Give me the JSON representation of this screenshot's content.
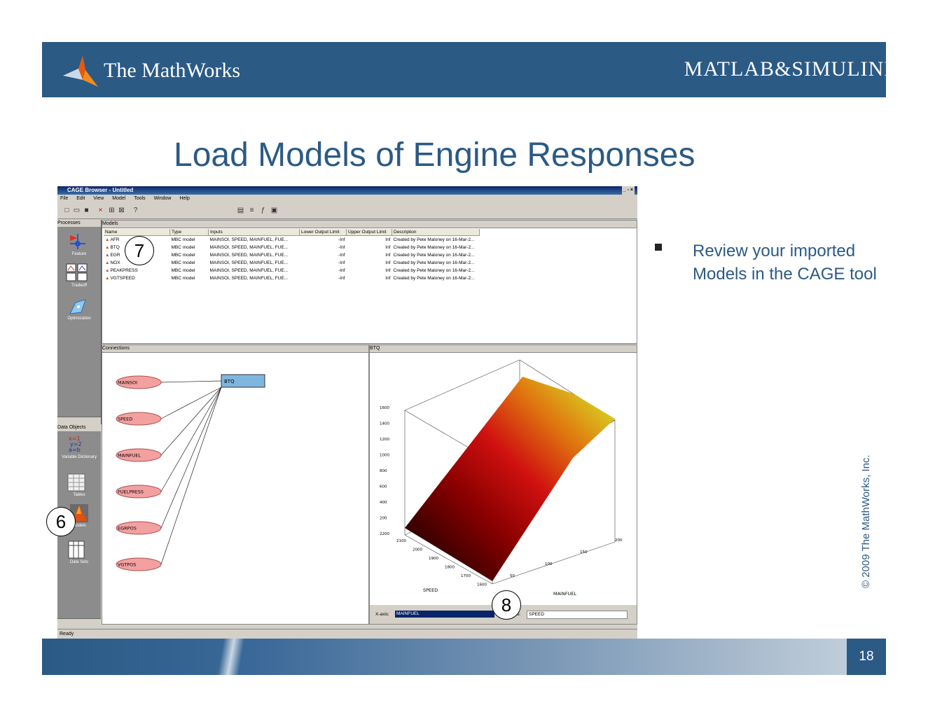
{
  "header": {
    "brand_left": "The MathWorks",
    "brand_right": "MATLAB&SIMULINK"
  },
  "slide": {
    "title": "Load Models of Engine Responses",
    "bullets": [
      "Review your imported Models in the CAGE tool"
    ],
    "copyright": "© 2009 The MathWorks, Inc.",
    "page_number": "18"
  },
  "cage": {
    "window_title": "CAGE Browser - Untitled",
    "menu": [
      "File",
      "Edit",
      "View",
      "Model",
      "Tools",
      "Window",
      "Help"
    ],
    "processes_label": "Processes",
    "processes": [
      "Feature",
      "Tradeoff",
      "Optimization"
    ],
    "data_objects_label": "Data Objects",
    "data_objects": [
      "Variable Dictionary",
      "Tables",
      "Models",
      "Data Sets"
    ],
    "models_panel_title": "Models",
    "models_columns": [
      "Name",
      "Type",
      "Inputs",
      "Lower Output Limit",
      "Upper Output Limit",
      "Description"
    ],
    "models_rows": [
      [
        "AFR",
        "MBC model",
        "MAINSOI, SPEED, MAINFUEL, FUE...",
        "-Inf",
        "Inf",
        "Created by Pete Maloney on 16-Mar-2..."
      ],
      [
        "BTQ",
        "MBC model",
        "MAINSOI, SPEED, MAINFUEL, FUE...",
        "-Inf",
        "Inf",
        "Created by Pete Maloney on 16-Mar-2..."
      ],
      [
        "EGR",
        "MBC model",
        "MAINSOI, SPEED, MAINFUEL, FUE...",
        "-Inf",
        "Inf",
        "Created by Pete Maloney on 16-Mar-2..."
      ],
      [
        "NOX",
        "MBC model",
        "MAINSOI, SPEED, MAINFUEL, FUE...",
        "-Inf",
        "Inf",
        "Created by Pete Maloney on 16-Mar-2..."
      ],
      [
        "PEAKPRESS",
        "MBC model",
        "MAINSOI, SPEED, MAINFUEL, FUE...",
        "-Inf",
        "Inf",
        "Created by Pete Maloney on 16-Mar-2..."
      ],
      [
        "VGTSPEED",
        "MBC model",
        "MAINSOI, SPEED, MAINFUEL, FUE...",
        "-Inf",
        "Inf",
        "Created by Pete Maloney on 16-Mar-2..."
      ]
    ],
    "connections_title": "Connections",
    "connection_inputs": [
      "MAINSOI",
      "SPEED",
      "MAINFUEL",
      "FUELPRESS",
      "EGRPOS",
      "VGTPOS"
    ],
    "connection_output": "BTQ",
    "plot_title": "BTQ",
    "z_ticks": [
      "2200",
      "200",
      "400",
      "600",
      "800",
      "1000",
      "1200",
      "1400",
      "1600"
    ],
    "speed_ticks": [
      "2100",
      "2000",
      "1900",
      "1800",
      "1700",
      "1600"
    ],
    "fuel_ticks": [
      "50",
      "100",
      "150",
      "200"
    ],
    "x_axis_name": "SPEED",
    "y_axis_name": "MAINFUEL",
    "xaxis_label": "X-axis:",
    "xaxis_value": "MAINFUEL",
    "yaxis_label": "Y-axis:",
    "yaxis_value": "SPEED",
    "status": "Ready"
  },
  "callouts": [
    "7",
    "6",
    "8"
  ],
  "colors": {
    "brand_blue": "#2b5a85",
    "node_fill": "#f2a0a0",
    "output_fill": "#7fb6df"
  }
}
